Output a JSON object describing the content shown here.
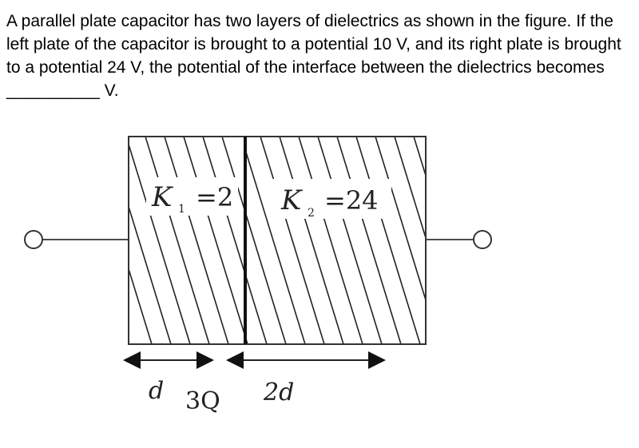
{
  "question": {
    "text": "A parallel plate capacitor has two layers of dielectrics as shown in the figure. If the left plate of the capacitor is brought to a potential 10 V, and its right plate is brought to a potential 24 V, the potential of the interface between the dielectrics becomes __________ V."
  },
  "figure": {
    "dielectric_1": {
      "symbol": "K",
      "subscript": "1",
      "value": "=2"
    },
    "dielectric_2": {
      "symbol": "K",
      "subscript": "2",
      "value": "=24"
    },
    "thickness_1": "d",
    "thickness_2": "2d",
    "annotation": "3Q"
  }
}
